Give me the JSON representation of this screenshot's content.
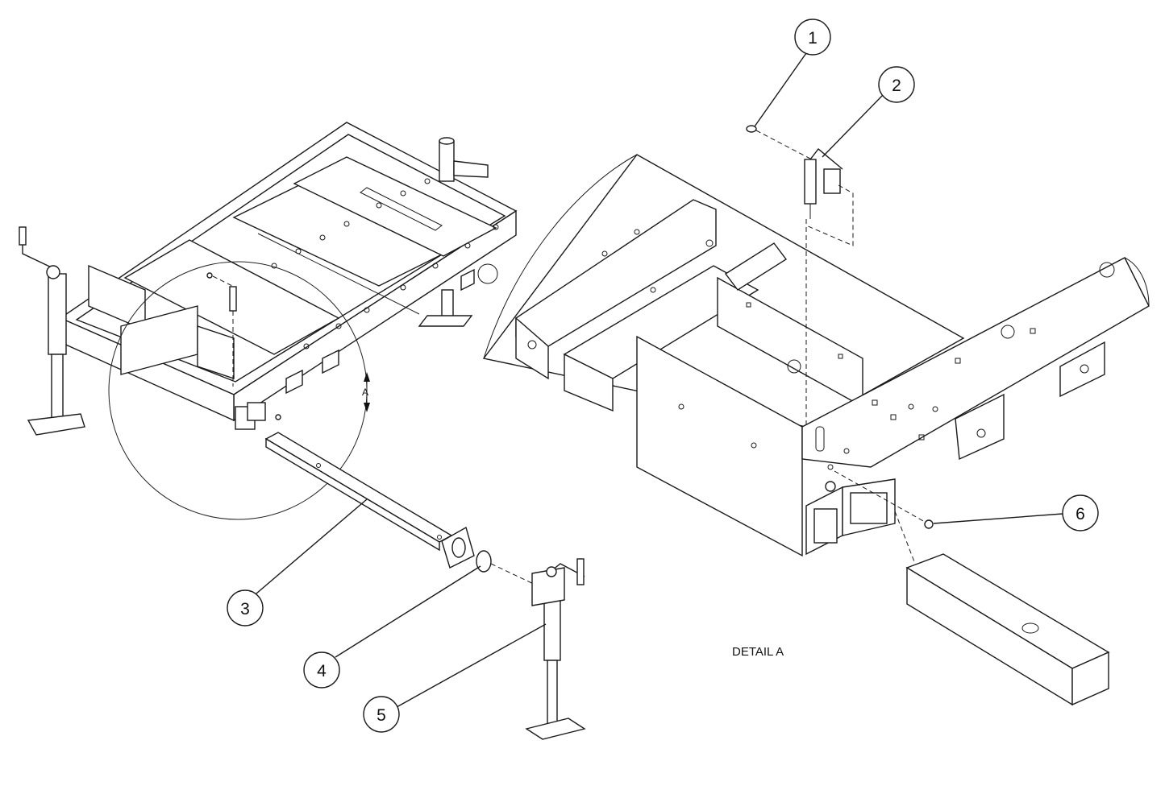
{
  "balloons": [
    {
      "label": "1"
    },
    {
      "label": "2"
    },
    {
      "label": "3"
    },
    {
      "label": "4"
    },
    {
      "label": "5"
    },
    {
      "label": "6"
    }
  ],
  "detail_marker": "A",
  "detail_caption": "DETAIL A"
}
